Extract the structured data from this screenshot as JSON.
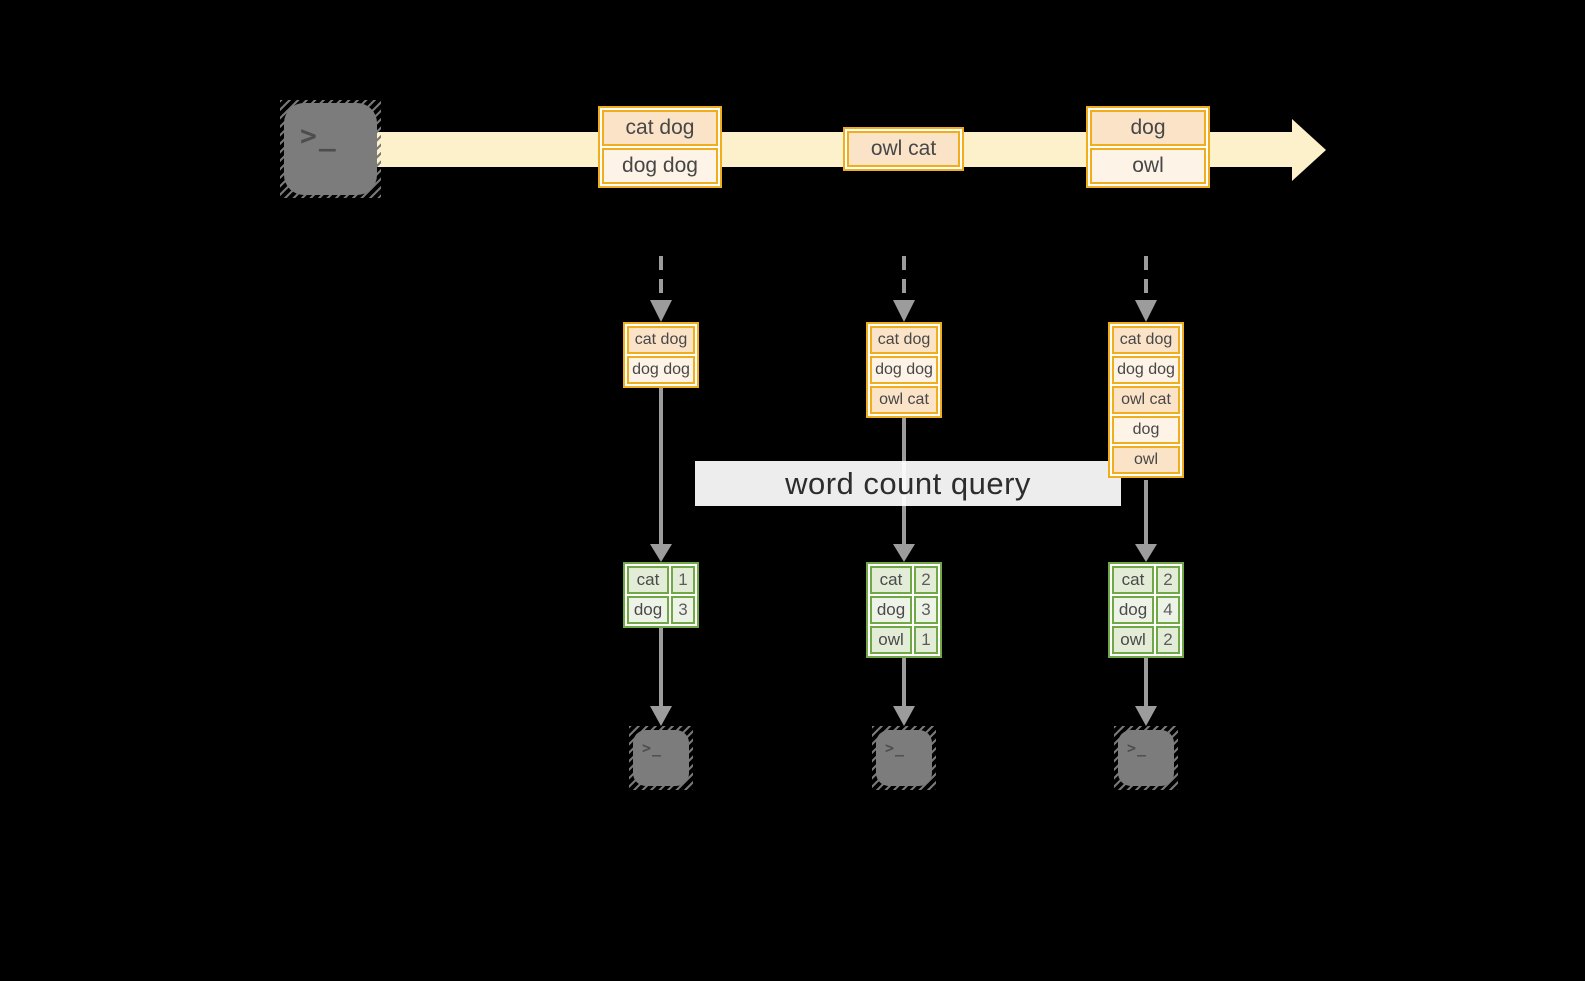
{
  "diagram": {
    "title_hidden": "",
    "query": {
      "label": "word count query"
    },
    "icons": {
      "source": "terminal-icon",
      "sinks": [
        "terminal-icon",
        "terminal-icon",
        "terminal-icon"
      ],
      "glyph": ">_"
    },
    "stream": {
      "batches": [
        {
          "rows": [
            "cat dog",
            "dog dog"
          ]
        },
        {
          "rows": [
            "owl cat"
          ]
        },
        {
          "rows": [
            "dog",
            "owl"
          ]
        }
      ]
    },
    "columns": [
      {
        "buffer": [
          "cat dog",
          "dog dog"
        ],
        "counts": [
          {
            "word": "cat",
            "count": "1"
          },
          {
            "word": "dog",
            "count": "3"
          }
        ]
      },
      {
        "buffer": [
          "cat dog",
          "dog dog",
          "owl cat"
        ],
        "counts": [
          {
            "word": "cat",
            "count": "2"
          },
          {
            "word": "dog",
            "count": "3"
          },
          {
            "word": "owl",
            "count": "1"
          }
        ]
      },
      {
        "buffer": [
          "cat dog",
          "dog dog",
          "owl cat",
          "dog",
          "owl"
        ],
        "counts": [
          {
            "word": "cat",
            "count": "2"
          },
          {
            "word": "dog",
            "count": "4"
          },
          {
            "word": "owl",
            "count": "2"
          }
        ]
      }
    ],
    "colors": {
      "background": "#000000",
      "band": "#fcf1cb",
      "amber_border": "#f0ae1c",
      "peach_dark": "#fbe3c8",
      "peach_light": "#fdf3e6",
      "green_border": "#6fa845",
      "green_dark": "#e3ecd6",
      "green_light": "#eef3e8",
      "arrow_gray": "#9c9c9c",
      "terminal_gray": "#7c7c7c"
    }
  }
}
